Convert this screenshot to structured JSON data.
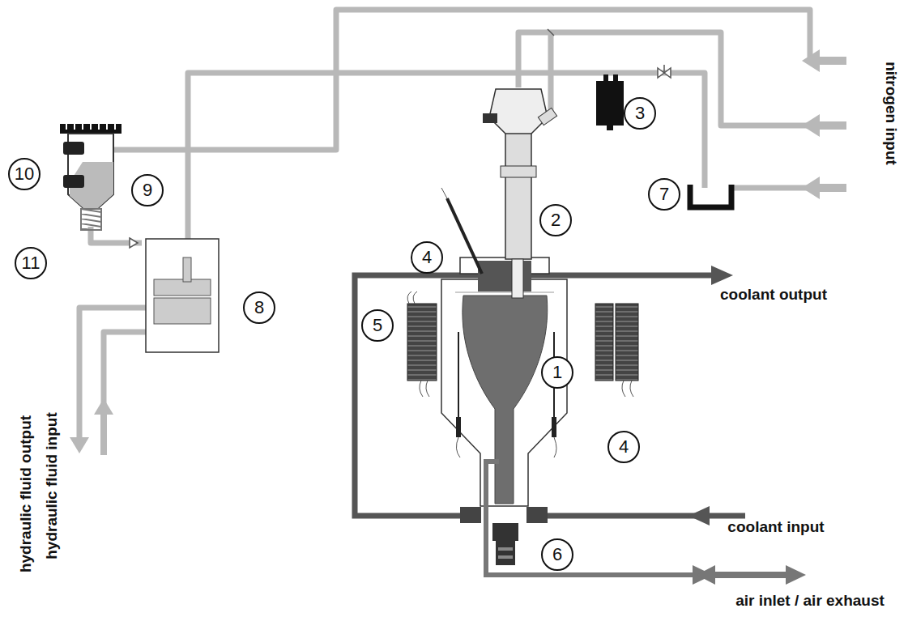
{
  "diagram": {
    "labels": [
      "1",
      "2",
      "3",
      "4",
      "4",
      "5",
      "6",
      "7",
      "8",
      "9",
      "10",
      "11",
      "nitrogen input",
      "coolant output",
      "coolant input",
      "air inlet / air exhaust",
      "hydraulic fluid output",
      "hydraulic fluid input"
    ]
  }
}
